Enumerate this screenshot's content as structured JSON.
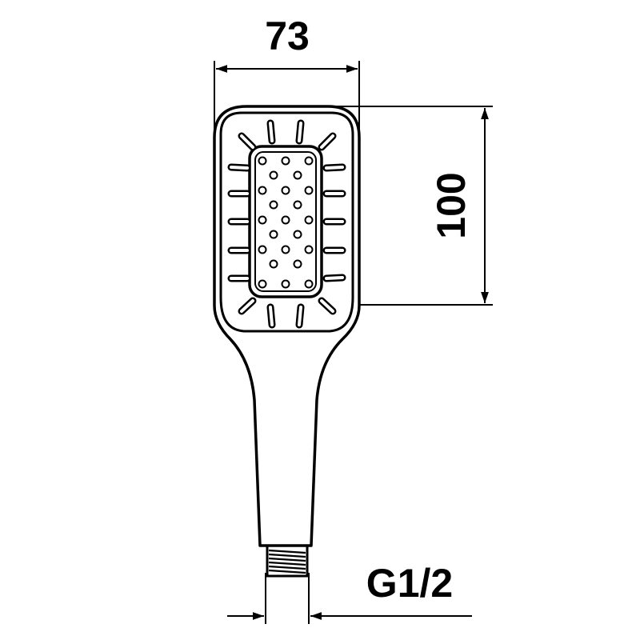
{
  "dimensions": {
    "width_label": "73",
    "height_label": "100",
    "thread_label": "G1/2"
  },
  "colors": {
    "line": "#000000",
    "background": "#ffffff"
  }
}
